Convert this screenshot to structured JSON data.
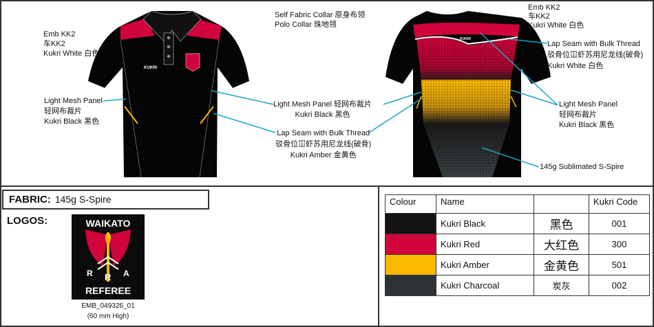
{
  "front_annotations": {
    "emb": {
      "l1": "Emb KK2",
      "l2": "车KK2",
      "l3": "Kukri White  白色"
    },
    "collar": {
      "l1": "Self Fabric Collar  原身布领",
      "l2": "Polo Collar  珠地领"
    },
    "mesh_left": {
      "l1": "Light Mesh Panel",
      "l2": "轻网布裁片",
      "l3": "Kukri Black  黑色"
    },
    "mesh_center": {
      "l1": "Light Mesh Panel   轻网布裁片",
      "l2": "Kukri Black  黑色"
    },
    "lap_center": {
      "l1": "Lap Seam with Bulk Thread",
      "l2": "驳骨位冚虾苏用尼龙线(破骨)",
      "l3": "Kukri Amber  金黄色"
    }
  },
  "back_annotations": {
    "emb": {
      "l1": "Emb KK2",
      "l2": "车KK2",
      "l3": "Kukri White  白色"
    },
    "lap": {
      "l1": "Lap Seam with Bulk Thread",
      "l2": "驳骨位冚虾苏用尼龙线(破骨)",
      "l3": "Kukri White  白色"
    },
    "mesh": {
      "l1": "Light Mesh Panel",
      "l2": "轻网布裁片",
      "l3": "Kukri Black  黑色"
    },
    "sublimated": "145g Sublimated S-Spire"
  },
  "shirt_logo_text": "KUKRI",
  "fabric": {
    "label": "FABRIC:",
    "value": "145g S-Spire"
  },
  "logos": {
    "label": "LOGOS:",
    "logo_top": "WAIKATO",
    "logo_letters": [
      "R",
      "R",
      "A"
    ],
    "logo_bottom": "REFEREE",
    "code": "EMB_049326_01",
    "size": "(60 mm High)"
  },
  "colour_table": {
    "headers": [
      "Colour",
      "Name",
      "",
      "Kukri Code"
    ],
    "rows": [
      {
        "swatch": "#141213",
        "name": "Kukri Black",
        "cn": "黑色",
        "code": "001"
      },
      {
        "swatch": "#d0033a",
        "name": "Kukri Red",
        "cn": "大红色",
        "code": "300"
      },
      {
        "swatch": "#fbb900",
        "name": "Kukri Amber",
        "cn": "金黄色",
        "code": "501"
      },
      {
        "swatch": "#2d3335",
        "name": "Kukri Charcoal",
        "cn": "炭灰",
        "code": "002"
      }
    ]
  },
  "colors": {
    "callout": "#1aa3c8",
    "black": "#0a0a0a",
    "red": "#d0033a",
    "amber": "#fbb900",
    "charcoal": "#2d3335"
  }
}
